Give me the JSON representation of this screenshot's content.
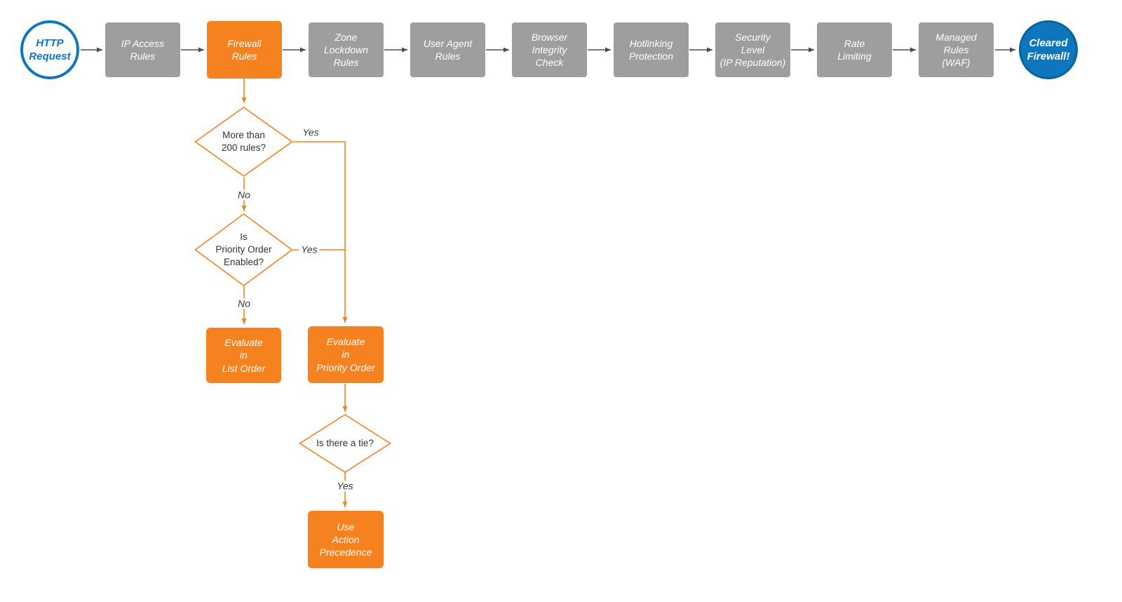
{
  "flow": {
    "start": {
      "label": "HTTP\nRequest"
    },
    "end": {
      "label": "Cleared\nFirewall!"
    },
    "stages": [
      {
        "label": "IP Access\nRules"
      },
      {
        "label": "Firewall\nRules"
      },
      {
        "label": "Zone\nLockdown\nRules"
      },
      {
        "label": "User Agent\nRules"
      },
      {
        "label": "Browser\nIntegrity\nCheck"
      },
      {
        "label": "Hotlinking\nProtection"
      },
      {
        "label": "Security\nLevel\n(IP Reputation)"
      },
      {
        "label": "Rate\nLimiting"
      },
      {
        "label": "Managed\nRules\n(WAF)"
      }
    ]
  },
  "decision_tree": {
    "more_than_200": "More than\n200 rules?",
    "priority_enabled": "Is\nPriority Order\nEnabled?",
    "tie": "Is there a tie?",
    "evaluate_list": "Evaluate\nin\nList Order",
    "evaluate_priority": "Evaluate\nin\nPriority Order",
    "action_precedence": "Use\nAction\nPrecedence",
    "labels": {
      "yes1": "Yes",
      "no1": "No",
      "yes2": "Yes",
      "no2": "No",
      "yes3": "Yes"
    }
  },
  "colors": {
    "orange": "#F6821F",
    "gray": "#9E9E9E",
    "blue": "#0E76BD",
    "arrow_gray": "#4D4D4D",
    "diamond_text": "#333333",
    "background": "#FFFFFF"
  }
}
